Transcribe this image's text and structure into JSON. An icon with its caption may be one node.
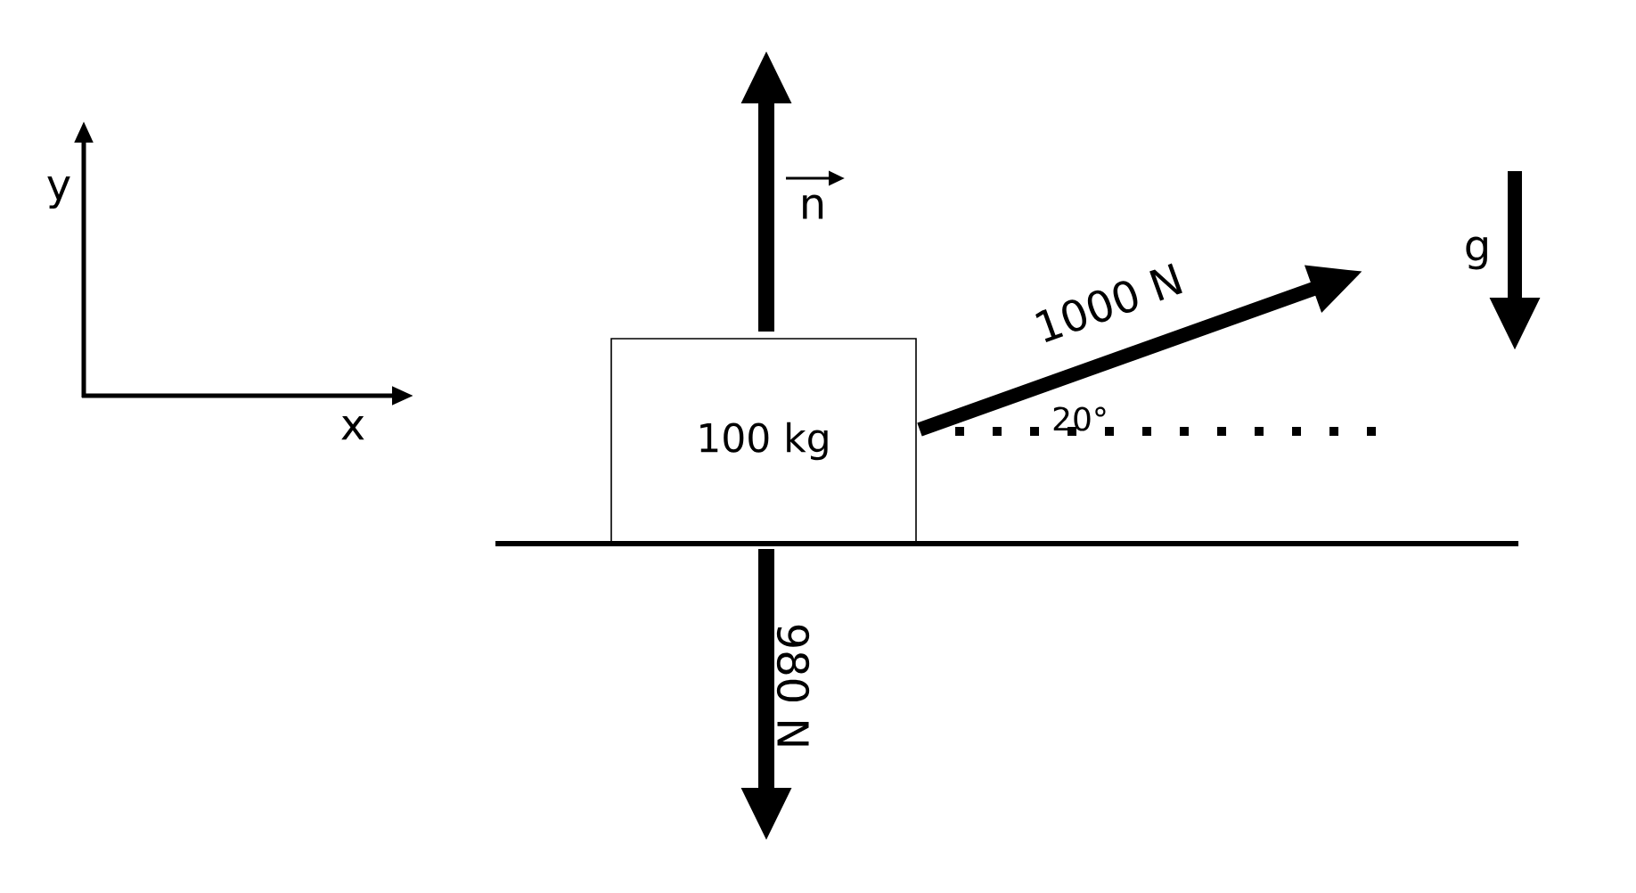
{
  "diagram": {
    "nodes": [
      {
        "text": [
          "100 kg"
        ]
      }
    ],
    "labels": [
      "y",
      "x",
      "n",
      "1000 N",
      "20°",
      "980 N",
      "g"
    ]
  }
}
